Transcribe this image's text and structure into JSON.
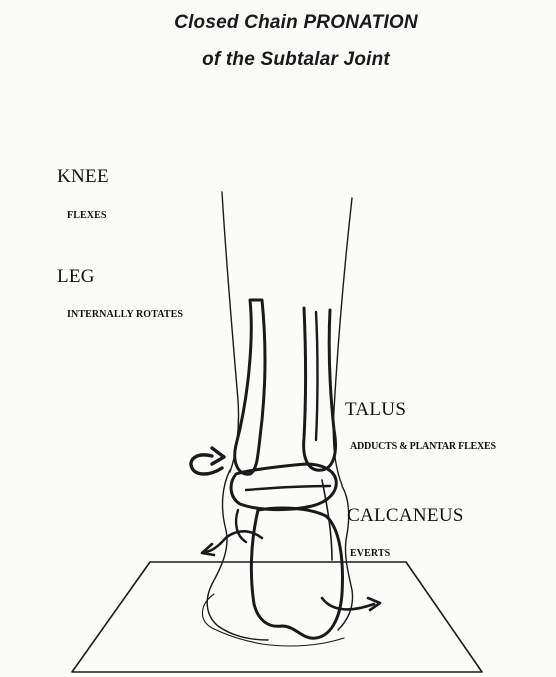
{
  "title": {
    "line1": "Closed Chain PRONATION",
    "line2": "of the Subtalar Joint"
  },
  "labels": {
    "knee": "KNEE",
    "knee_action": "FLEXES",
    "leg": "LEG",
    "leg_action": "INTERNALLY ROTATES",
    "talus": "TALUS",
    "talus_action": "ADDUCTS & PLANTAR FLEXES",
    "calcaneus": "CALCANEUS",
    "calcaneus_action": "EVERTS"
  }
}
